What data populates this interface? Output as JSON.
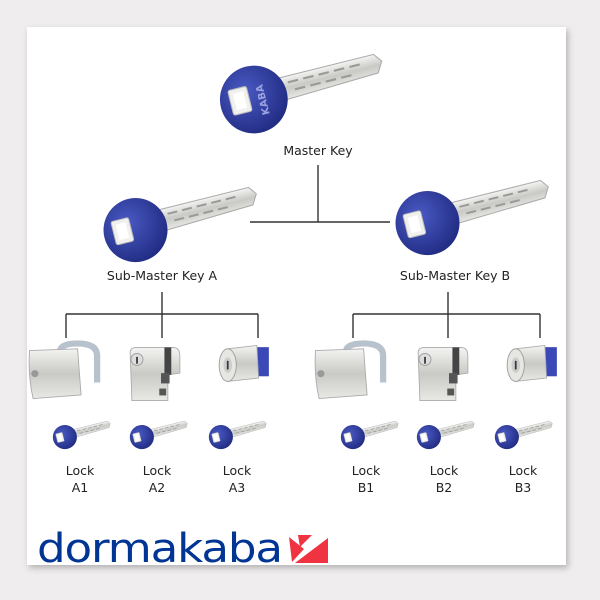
{
  "master": {
    "label": "Master Key"
  },
  "sub_a": {
    "label": "Sub-Master Key A"
  },
  "sub_b": {
    "label": "Sub-Master Key B"
  },
  "locks": [
    {
      "line1": "Lock",
      "line2": "A1",
      "type": "padlock"
    },
    {
      "line1": "Lock",
      "line2": "A2",
      "type": "half-cylinder"
    },
    {
      "line1": "Lock",
      "line2": "A3",
      "type": "cam-lock"
    },
    {
      "line1": "Lock",
      "line2": "B1",
      "type": "padlock"
    },
    {
      "line1": "Lock",
      "line2": "B2",
      "type": "half-cylinder"
    },
    {
      "line1": "Lock",
      "line2": "B3",
      "type": "cam-lock"
    }
  ],
  "key_head_text": "KABA",
  "brand": {
    "name": "dormakaba",
    "color": "#003594",
    "accent": "#ef3340"
  },
  "colors": {
    "key_blue": "#2d3a9e",
    "background": "#efeded"
  }
}
